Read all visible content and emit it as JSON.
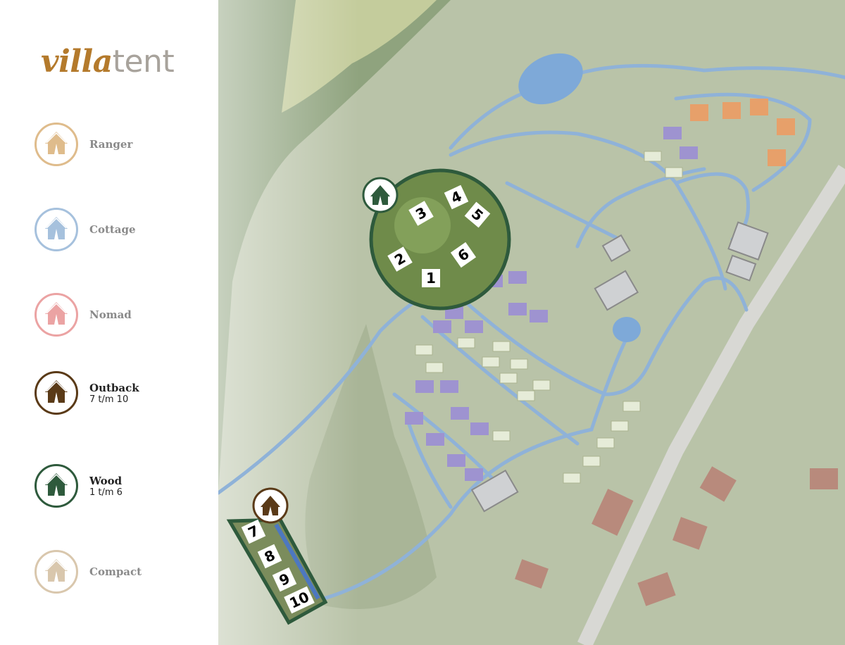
{
  "logo": {
    "part1": "villa",
    "part2": "tent"
  },
  "legend": [
    {
      "name": "Ranger",
      "range": "",
      "color": "#dfbc8c",
      "text_color": "#8a8a8a"
    },
    {
      "name": "Cottage",
      "range": "",
      "color": "#a6c1dd",
      "text_color": "#8a8a8a"
    },
    {
      "name": "Nomad",
      "range": "",
      "color": "#eba3a3",
      "text_color": "#8a8a8a"
    },
    {
      "name": "Outback",
      "range": "7 t/m 10",
      "color": "#5a3a17",
      "text_color": "#222222"
    },
    {
      "name": "Wood",
      "range": "1 t/m 6",
      "color": "#2e5a3c",
      "text_color": "#222222"
    },
    {
      "name": "Compact",
      "range": "",
      "color": "#d9c7ad",
      "text_color": "#8a8a8a"
    }
  ],
  "map": {
    "wood_area": {
      "icon": "tent-icon",
      "color": "#2e5a3c",
      "plots": [
        "1",
        "2",
        "3",
        "4",
        "5",
        "6"
      ]
    },
    "outback_area": {
      "icon": "tent-icon",
      "color": "#5a3a17",
      "plots": [
        "7",
        "8",
        "9",
        "10"
      ]
    },
    "road_color": "#8fb2d8",
    "pond_color": "#7ea9d8"
  }
}
